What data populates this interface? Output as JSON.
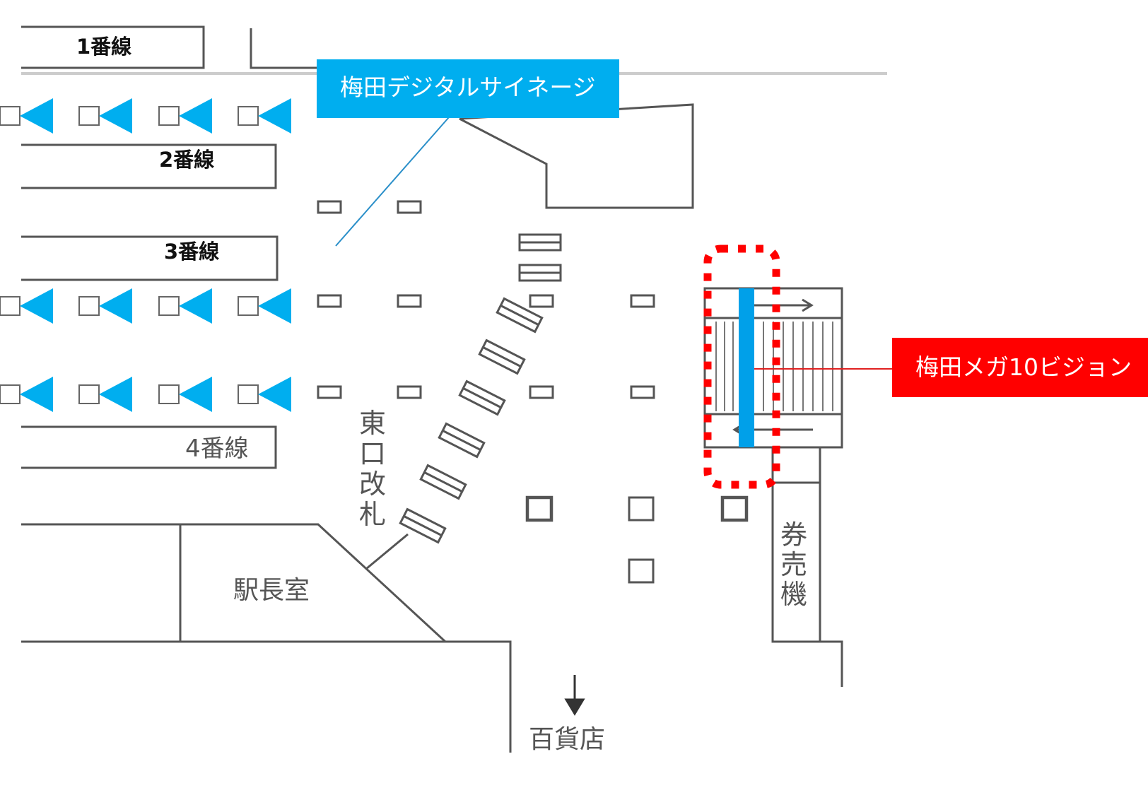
{
  "platforms": {
    "track1": "1番線",
    "track2": "2番線",
    "track3": "3番線",
    "track4": "4番線"
  },
  "labels": {
    "east_gate_chars": [
      "東",
      "口",
      "改",
      "札"
    ],
    "station_master": "駅長室",
    "ticket_machine_chars": [
      "券",
      "売",
      "機"
    ],
    "department_store": "百貨店"
  },
  "callouts": {
    "digital_signage": "梅田デジタルサイネージ",
    "mega_vision": "梅田メガ10ビジョン"
  },
  "colors": {
    "signage_blue": "#00aeef",
    "mega_red": "#ff0000",
    "direction_blue": "#00a0e9",
    "line_gray": "#555555"
  },
  "icons": {
    "direction_marker": "left-pointing-triangle-icon",
    "pillar": "pillar-square-icon",
    "gate": "ticket-gate-icon",
    "arrow": "arrow-icon"
  }
}
